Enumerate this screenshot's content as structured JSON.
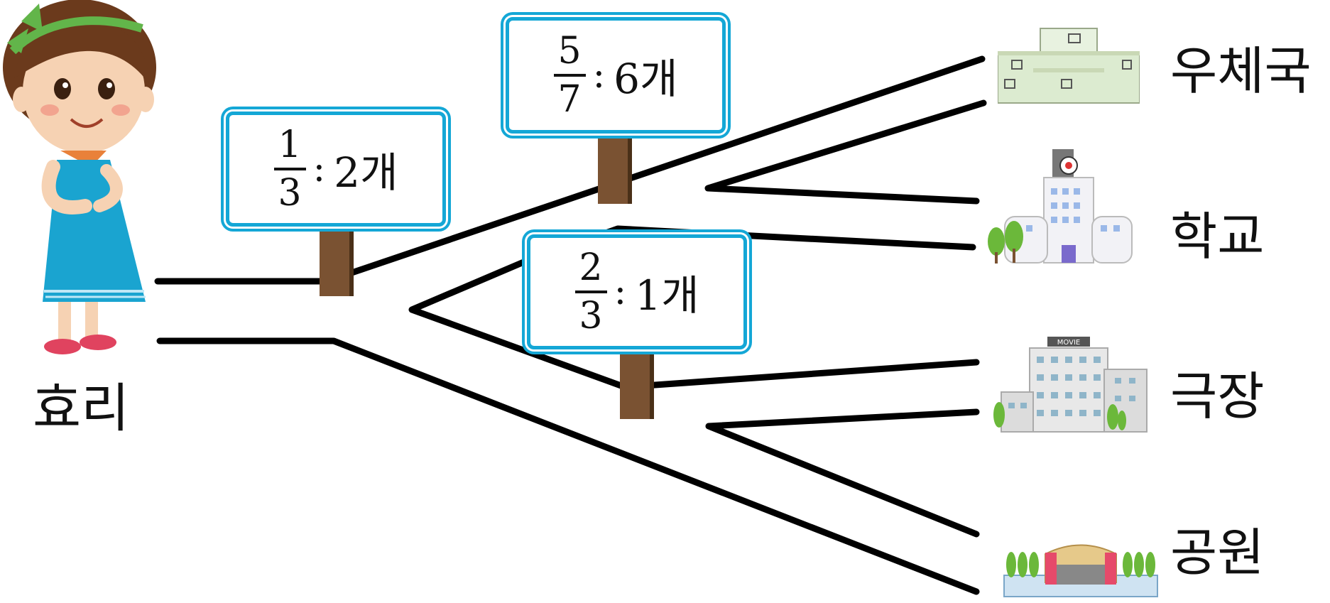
{
  "character": {
    "name": "효리",
    "icon": "girl-character"
  },
  "signs": [
    {
      "id": "sign-1",
      "numerator": "1",
      "denominator": "3",
      "separator": ":",
      "count": "2개"
    },
    {
      "id": "sign-2",
      "numerator": "5",
      "denominator": "7",
      "separator": ":",
      "count": "6개"
    },
    {
      "id": "sign-3",
      "numerator": "2",
      "denominator": "3",
      "separator": ":",
      "count": "1개"
    }
  ],
  "destinations": [
    {
      "label": "우체국",
      "icon": "post-office-icon"
    },
    {
      "label": "학교",
      "icon": "school-icon"
    },
    {
      "label": "극장",
      "icon": "theater-icon",
      "sign_text": "MOVIE"
    },
    {
      "label": "공원",
      "icon": "park-icon"
    }
  ],
  "colors": {
    "sign_border": "#14a7d6",
    "post": "#7a5232",
    "road_line": "#000000"
  }
}
